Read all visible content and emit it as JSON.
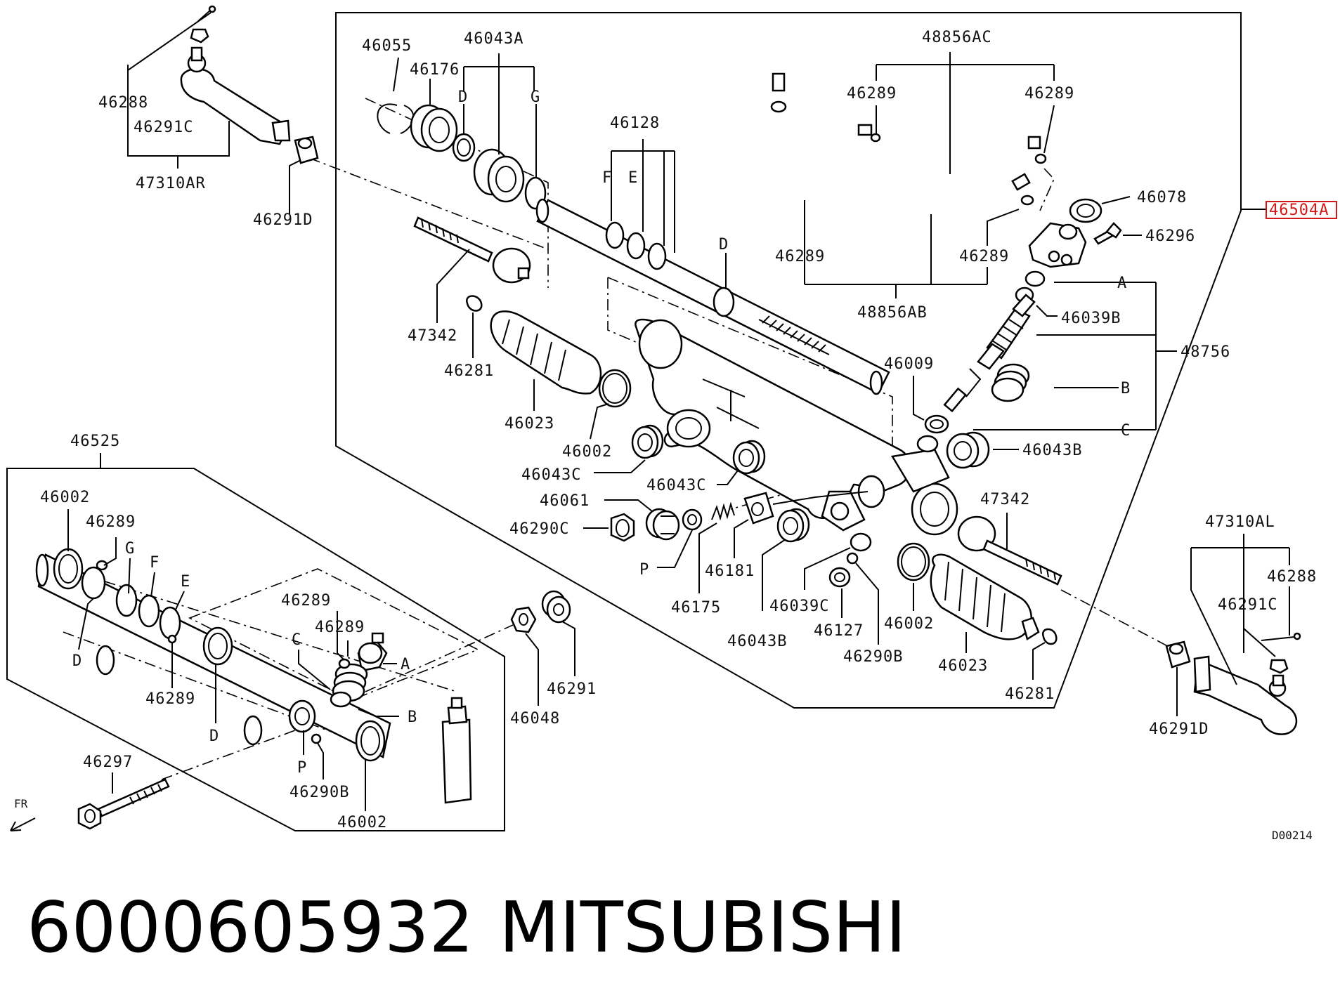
{
  "labels": {
    "l46055": "46055",
    "l46043A": "46043A",
    "l46176": "46176",
    "lD1": "D",
    "lG1": "G",
    "l46128": "46128",
    "lF1": "F",
    "lE1": "E",
    "lD2": "D",
    "l48856AC": "48856AC",
    "l46289a": "46289",
    "l46289b": "46289",
    "l46289c": "46289",
    "l46289d": "46289",
    "l48856AB": "48856AB",
    "l46078": "46078",
    "l46504A": "46504A",
    "l46296": "46296",
    "lA1": "A",
    "l46039B": "46039B",
    "l48756": "48756",
    "lB1": "B",
    "lC1": "C",
    "l46009": "46009",
    "l46043Ba": "46043B",
    "l46288a": "46288",
    "l46291Ca": "46291C",
    "l47310AR": "47310AR",
    "l46291Da": "46291D",
    "l47342a": "47342",
    "l46281a": "46281",
    "l46023a": "46023",
    "l46002a": "46002",
    "l46043Ca": "46043C",
    "l46043Cb": "46043C",
    "l46061": "46061",
    "l46290C": "46290C",
    "lP1": "P",
    "l46175": "46175",
    "l46181": "46181",
    "l46043Bb": "46043B",
    "l46039C": "46039C",
    "l46127": "46127",
    "l46290Ba": "46290B",
    "l46002b": "46002",
    "l46023b": "46023",
    "l47342b": "47342",
    "l46281b": "46281",
    "l47310AL": "47310AL",
    "l46288b": "46288",
    "l46291Cb": "46291C",
    "l46291Db": "46291D",
    "l46525": "46525",
    "l46002c": "46002",
    "l46289e": "46289",
    "lG2": "G",
    "lF2": "F",
    "lE2": "E",
    "lD3": "D",
    "l46289f": "46289",
    "l46289g": "46289",
    "l46289h": "46289",
    "lC2": "C",
    "lA2": "A",
    "lB2": "B",
    "lD4": "D",
    "lP2": "P",
    "l46290Bb": "46290B",
    "l46002d": "46002",
    "l46048": "46048",
    "l46291": "46291",
    "l46297": "46297",
    "lFR": "FR",
    "lD00214": "D00214"
  },
  "caption": {
    "part_number": "6000605932",
    "brand": "MITSUBISHI"
  },
  "highlight_color": "#d21818"
}
